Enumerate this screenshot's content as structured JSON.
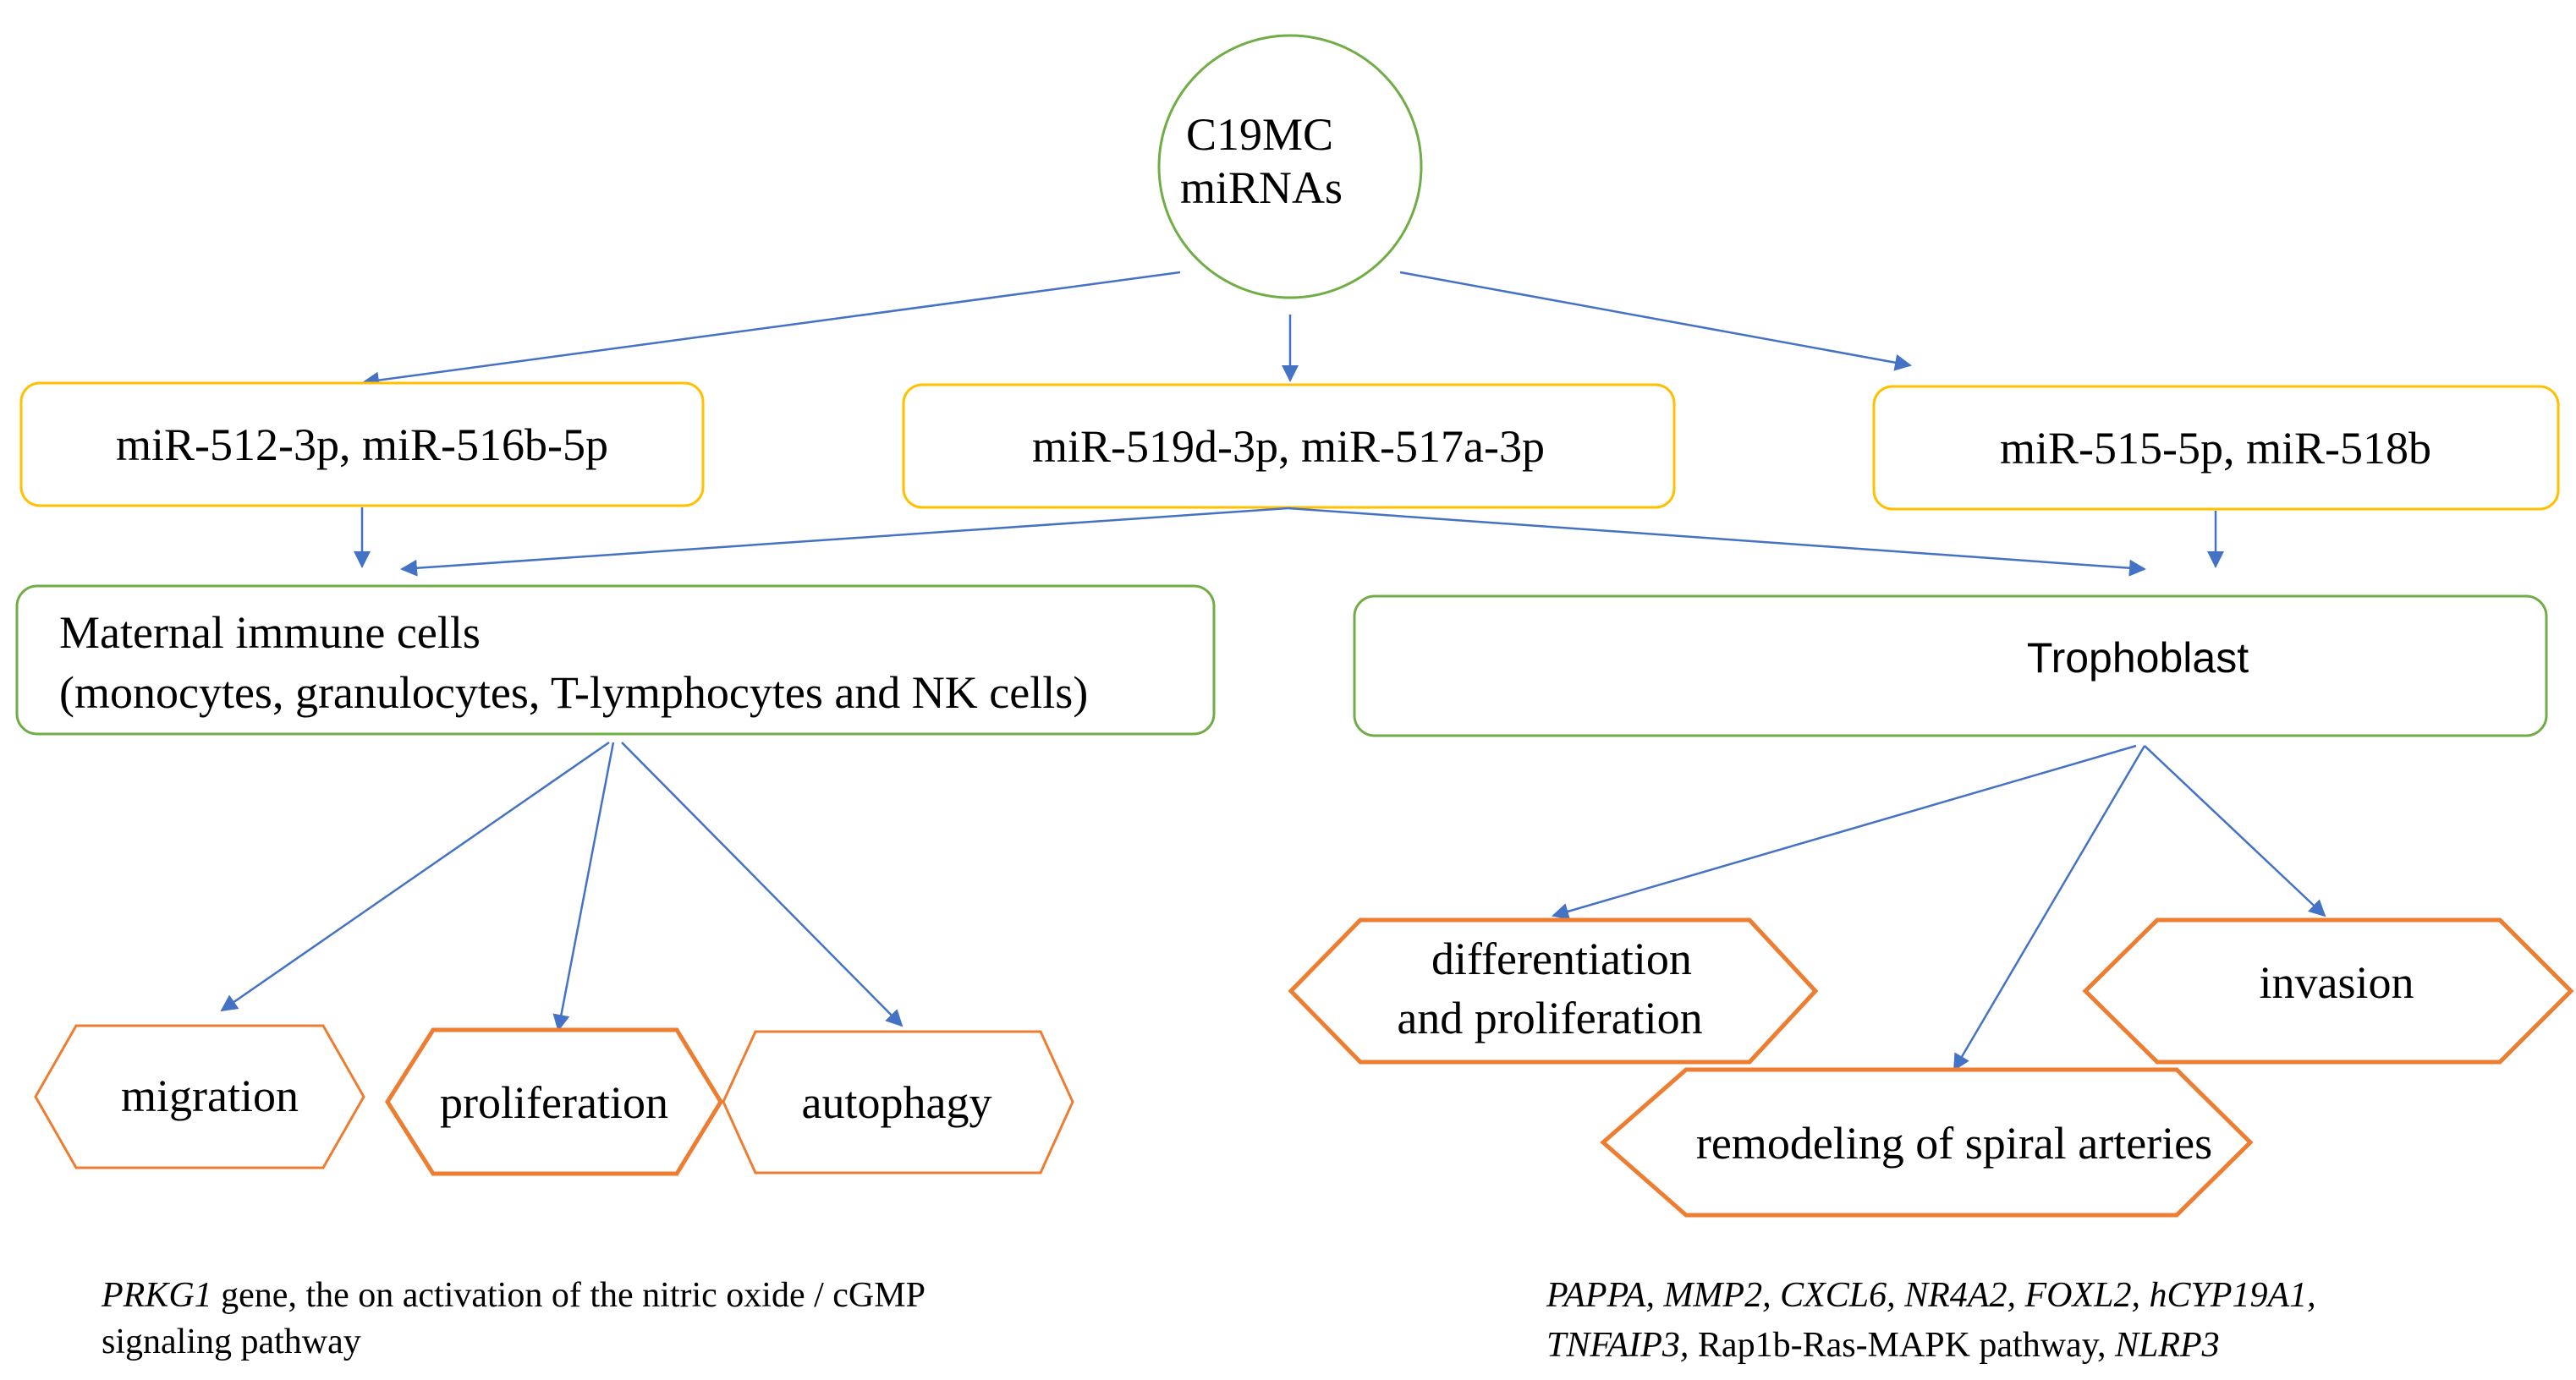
{
  "colors": {
    "circle_stroke": "#70AD47",
    "mirna_box_stroke": "#FFC000",
    "target_box_stroke": "#70AD47",
    "effect_stroke": "#ED7D31",
    "arrow": "#4472C4"
  },
  "root": {
    "line1": "C19MC",
    "line2": "miRNAs"
  },
  "mirna_groups": {
    "left": "miR-512-3p, miR-516b-5p",
    "center": "miR-519d-3p, miR-517a-3p",
    "right": "miR-515-5p, miR-518b"
  },
  "targets": {
    "immune_line1": "Maternal immune cells",
    "immune_line2": "(monocytes, granulocytes, T-lymphocytes and NK cells)",
    "trophoblast": "Trophoblast"
  },
  "immune_effects": {
    "migration": "migration",
    "proliferation": "proliferation",
    "autophagy": "autophagy"
  },
  "trophoblast_effects": {
    "differentiation_line1": "differentiation",
    "differentiation_line2": "and proliferation",
    "invasion": "invasion",
    "remodeling": "remodeling of spiral arteries"
  },
  "notes": {
    "left_italic": "PRKG1",
    "left_rest_line1": " gene, the on activation of the nitric oxide / cGMP",
    "left_line2": "signaling pathway",
    "right_line1": "PAPPA, MMP2, CXCL6, NR4A2, FOXL2, hCYP19A1,",
    "right_line2_italic": "TNFAIP3,",
    "right_line2_rest": " Rap1b-Ras-MAPK pathway, ",
    "right_line2_end": "NLRP3"
  }
}
